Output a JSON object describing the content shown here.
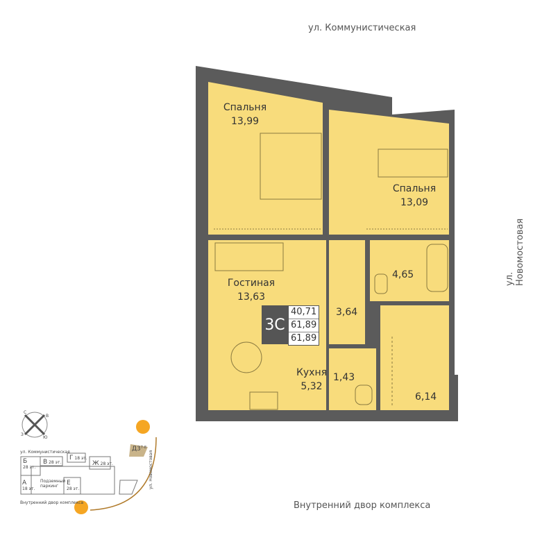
{
  "streets": {
    "top": "ул. Коммунистическая",
    "right": "ул. Новомостовая",
    "bottom": "Внутренний двор комплекса"
  },
  "rooms": [
    {
      "name": "Спальня",
      "area": "13,99"
    },
    {
      "name": "Спальня",
      "area": "13,09"
    },
    {
      "name": "Гостиная",
      "area": "13,63"
    },
    {
      "name": "Кухня",
      "area": "5,32"
    },
    {
      "area": "4,65"
    },
    {
      "area": "3,64"
    },
    {
      "area": "1,43"
    },
    {
      "area": "6,14"
    }
  ],
  "apartment": {
    "code": "3С",
    "areas": [
      "40,71",
      "61,89",
      "61,89"
    ]
  },
  "colors": {
    "floor": "#F8DC7C",
    "wall": "#5B5B5B",
    "highlight": "#C9B48A"
  },
  "key_map": {
    "compass": [
      "С",
      "В",
      "Ю",
      "З"
    ],
    "street_top": "ул. Коммунистическая",
    "street_right": "ул. Новомостовая",
    "street_bottom": "Внутренний двор комплекса",
    "parking": "Подземный паркинг",
    "sections": [
      {
        "letter": "Б",
        "floors": "28 эт."
      },
      {
        "letter": "В",
        "floors": "28 эт."
      },
      {
        "letter": "Г",
        "floors": "18 эт."
      },
      {
        "letter": "Ж",
        "floors": "28 эт."
      },
      {
        "letter": "А",
        "floors": "18 эт."
      },
      {
        "letter": "Е",
        "floors": "28 эт."
      },
      {
        "letter": "Д3",
        "floors": "7-8"
      }
    ]
  }
}
